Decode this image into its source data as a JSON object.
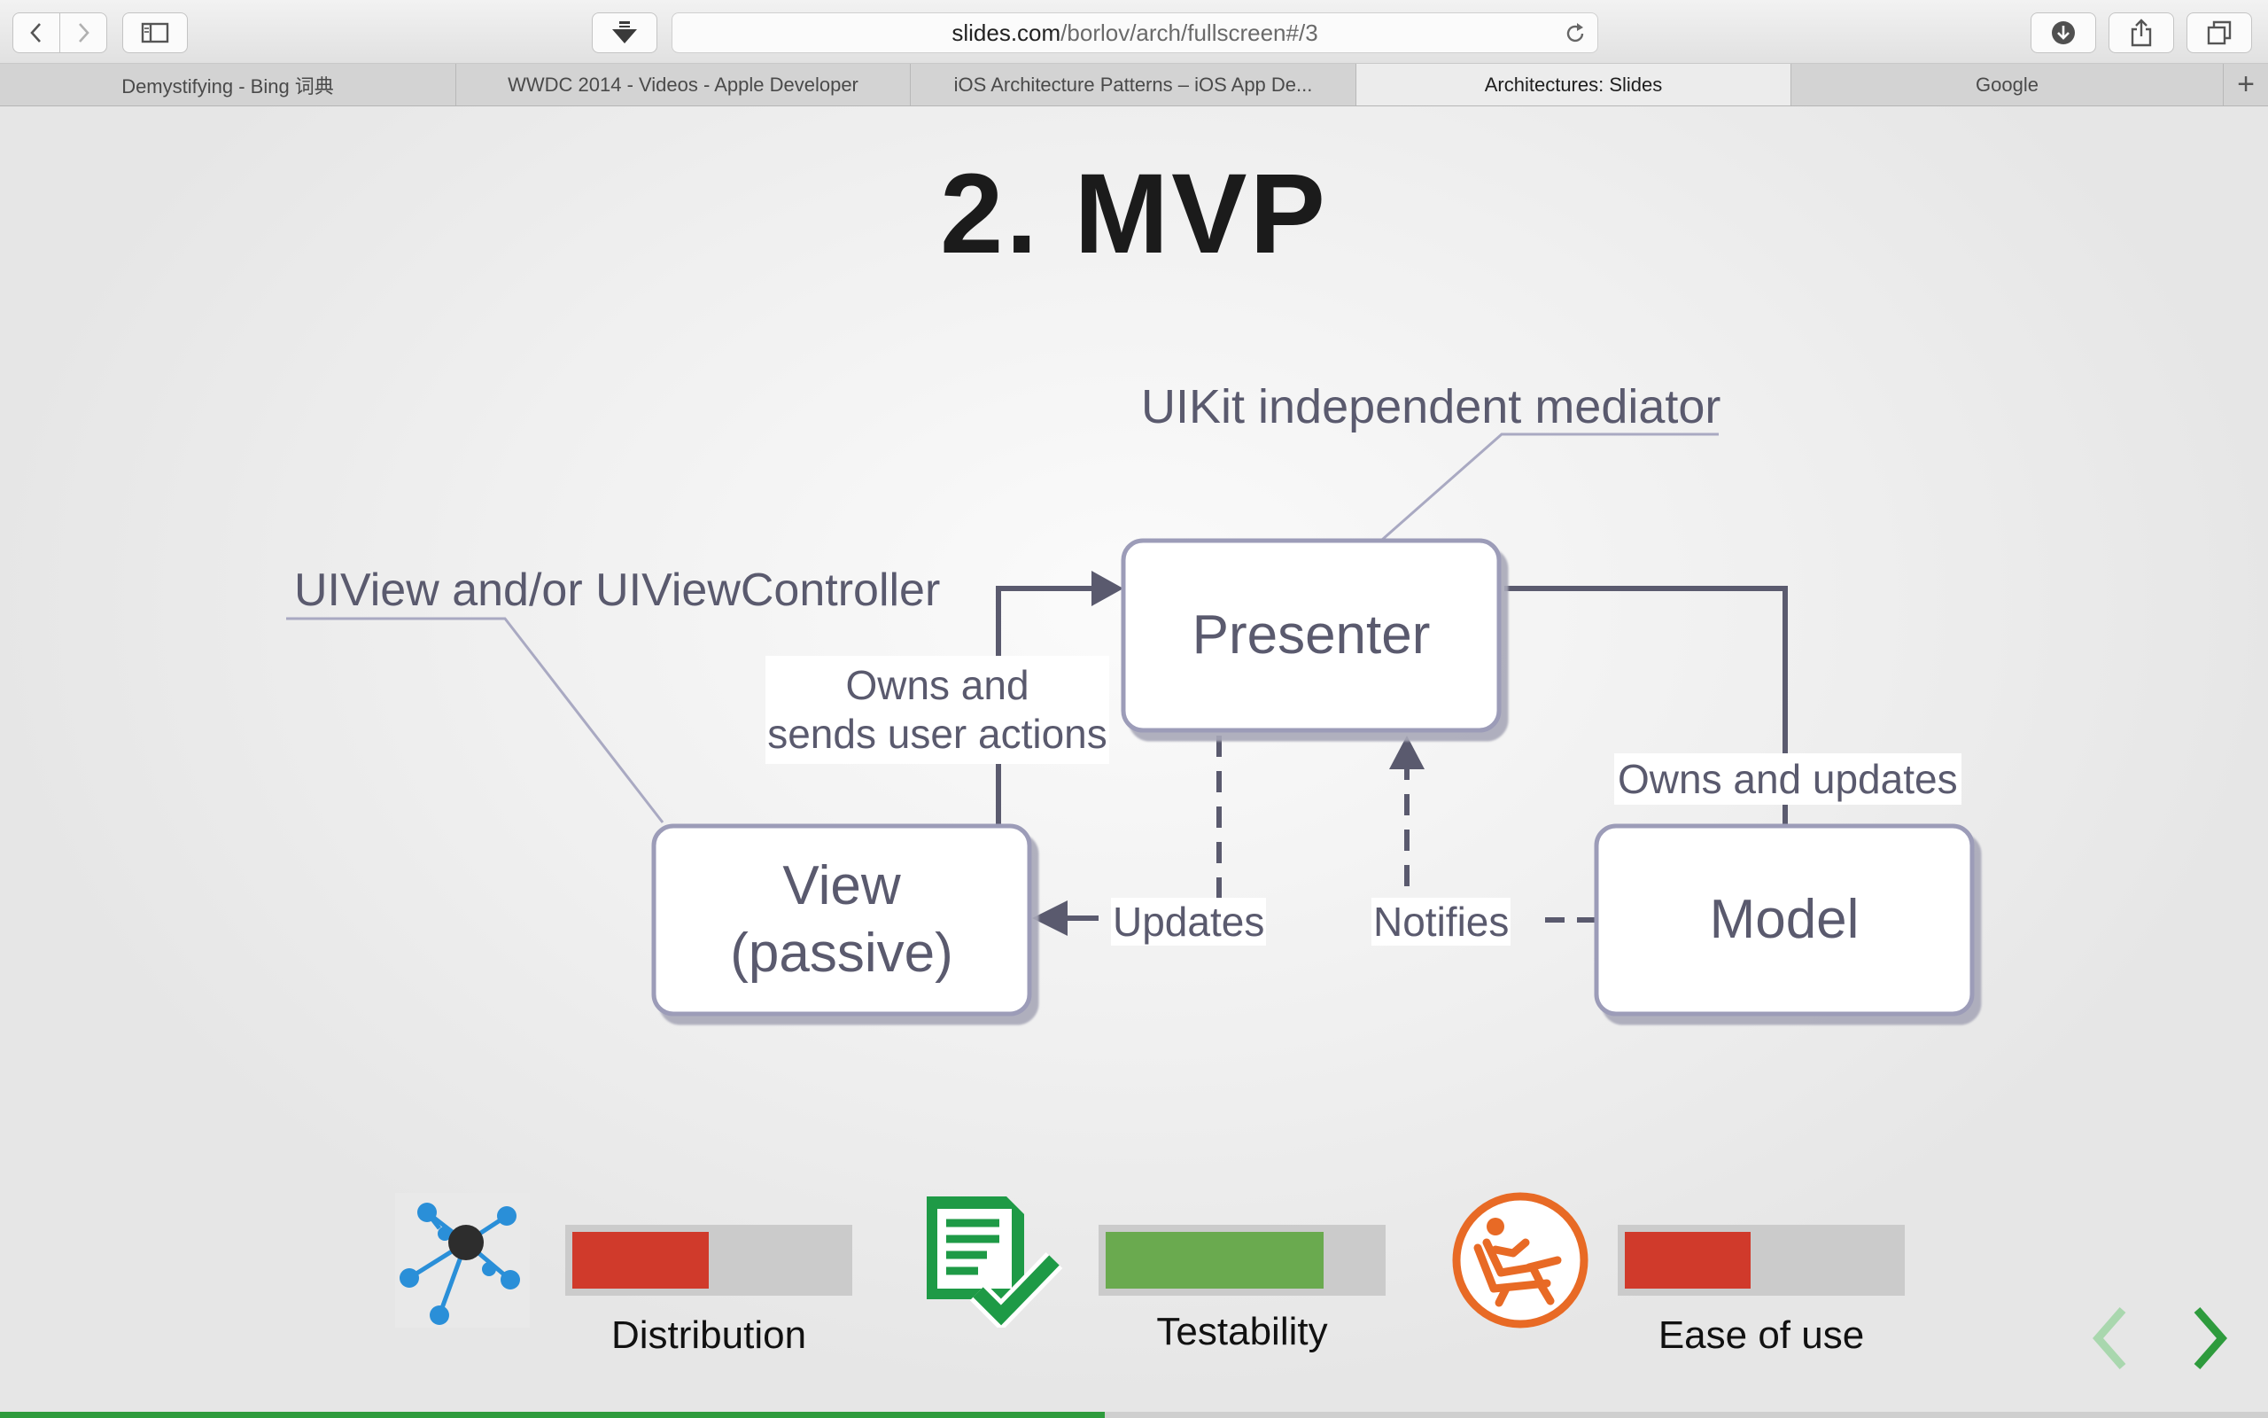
{
  "browser": {
    "url_host": "slides.com",
    "url_path": "/borlov/arch/fullscreen#/3",
    "tabs": [
      {
        "label": "Demystifying - Bing 词典",
        "active": false
      },
      {
        "label": "WWDC 2014 - Videos - Apple Developer",
        "active": false
      },
      {
        "label": "iOS Architecture Patterns – iOS App De...",
        "active": false
      },
      {
        "label": "Architectures: Slides",
        "active": true
      },
      {
        "label": "Google",
        "active": false
      }
    ],
    "new_tab_label": "+"
  },
  "slide": {
    "title": "2. MVP",
    "diagram": {
      "presenter": "Presenter",
      "view_line1": "View",
      "view_line2": "(passive)",
      "model": "Model",
      "callout_presenter": "UIKit independent mediator",
      "callout_view": "UIView and/or UIViewController",
      "edge_view_presenter_line1": "Owns and",
      "edge_view_presenter_line2": "sends user actions",
      "edge_presenter_model": "Owns and updates",
      "edge_presenter_view": "Updates",
      "edge_model_presenter": "Notifies"
    },
    "metrics": [
      {
        "label": "Distribution",
        "value": 0.5,
        "color": "#d03a2b",
        "icon": "network-nodes-icon"
      },
      {
        "label": "Testability",
        "value": 0.8,
        "color": "#6aaa4f",
        "icon": "checklist-document-icon"
      },
      {
        "label": "Ease of use",
        "value": 0.46,
        "color": "#d03a2b",
        "icon": "relaxed-person-chair-icon"
      }
    ],
    "progress": 0.487,
    "colors": {
      "accent": "#2e9b3d",
      "diagram_stroke": "#5a5a6e",
      "box_border": "#9c9cb8"
    }
  }
}
